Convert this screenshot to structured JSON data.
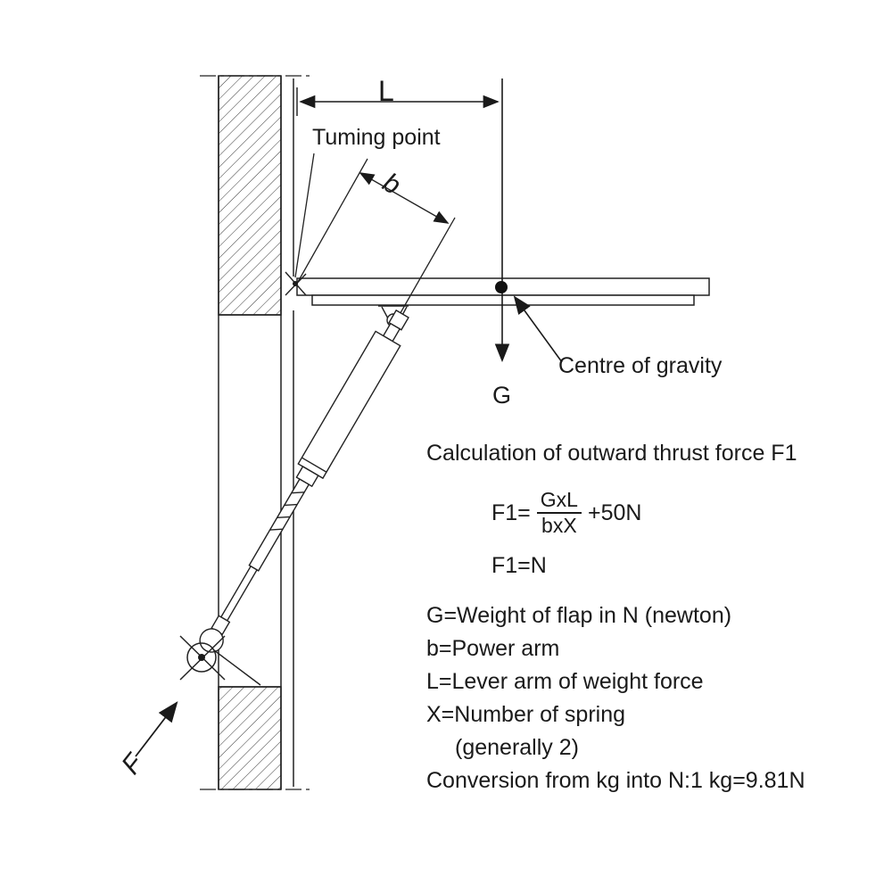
{
  "colors": {
    "ink": "#1a1a1a"
  },
  "labels": {
    "dim_L": "L",
    "dim_b": "b",
    "turning_point": "Tuming point",
    "centre_of_gravity": "Centre of gravity",
    "gravity_G": "G",
    "force_F": "F"
  },
  "formula": {
    "title": "Calculation of outward thrust force F1",
    "f1_prefix": "F1=",
    "numerator": "GxL",
    "denominator": "bxX",
    "suffix": "+50N",
    "f1_n": "F1=N"
  },
  "definitions": [
    "G=Weight of flap in N (newton)",
    "b=Power arm",
    "L=Lever arm of weight force",
    "X=Number of spring",
    "(generally 2)",
    "Conversion from kg into N:1 kg=9.81N"
  ]
}
